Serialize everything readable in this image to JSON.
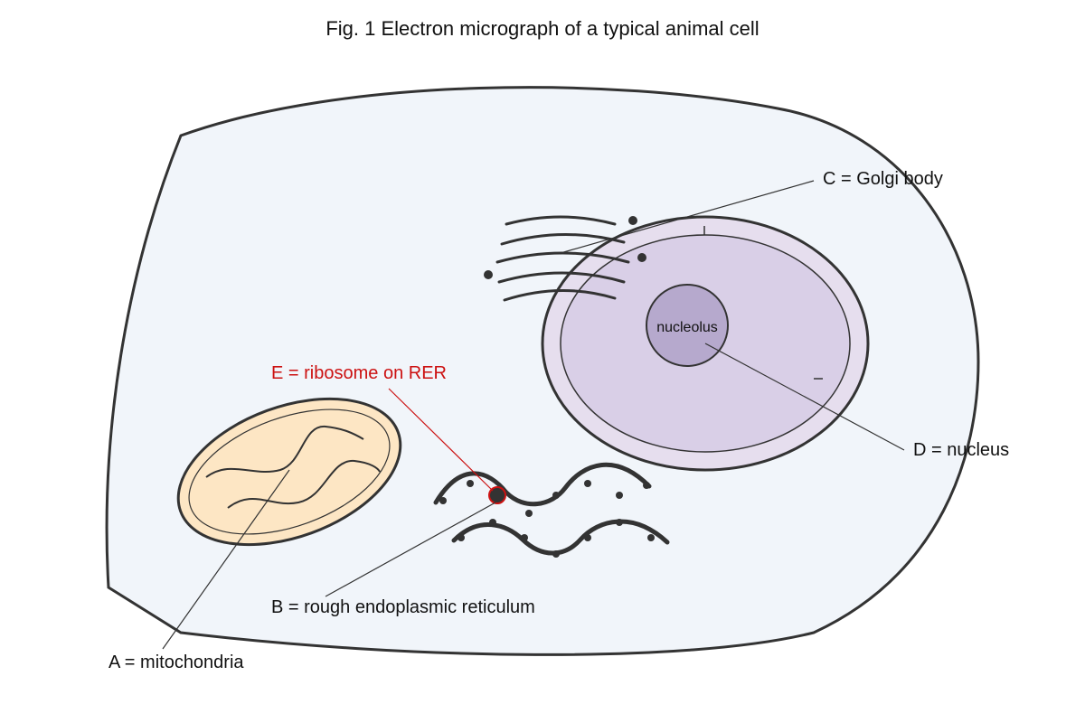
{
  "title": "Fig. 1 Electron micrograph of a typical animal cell",
  "labels": {
    "a": "A = mitochondria",
    "b": "B = rough endoplasmic reticulum",
    "c": "C = Golgi body",
    "d": "D = nucleus",
    "e": "E = ribosome on RER",
    "nucleolus": "nucleolus"
  },
  "colors": {
    "cell_fill": "#f1f5fa",
    "outline": "#333333",
    "nucleus_outer": "#e6deee",
    "nucleus_inner": "#d9cfe7",
    "nucleolus": "#b6a9cd",
    "mitochondria": "#fde6c4",
    "highlight": "#cc1111"
  }
}
